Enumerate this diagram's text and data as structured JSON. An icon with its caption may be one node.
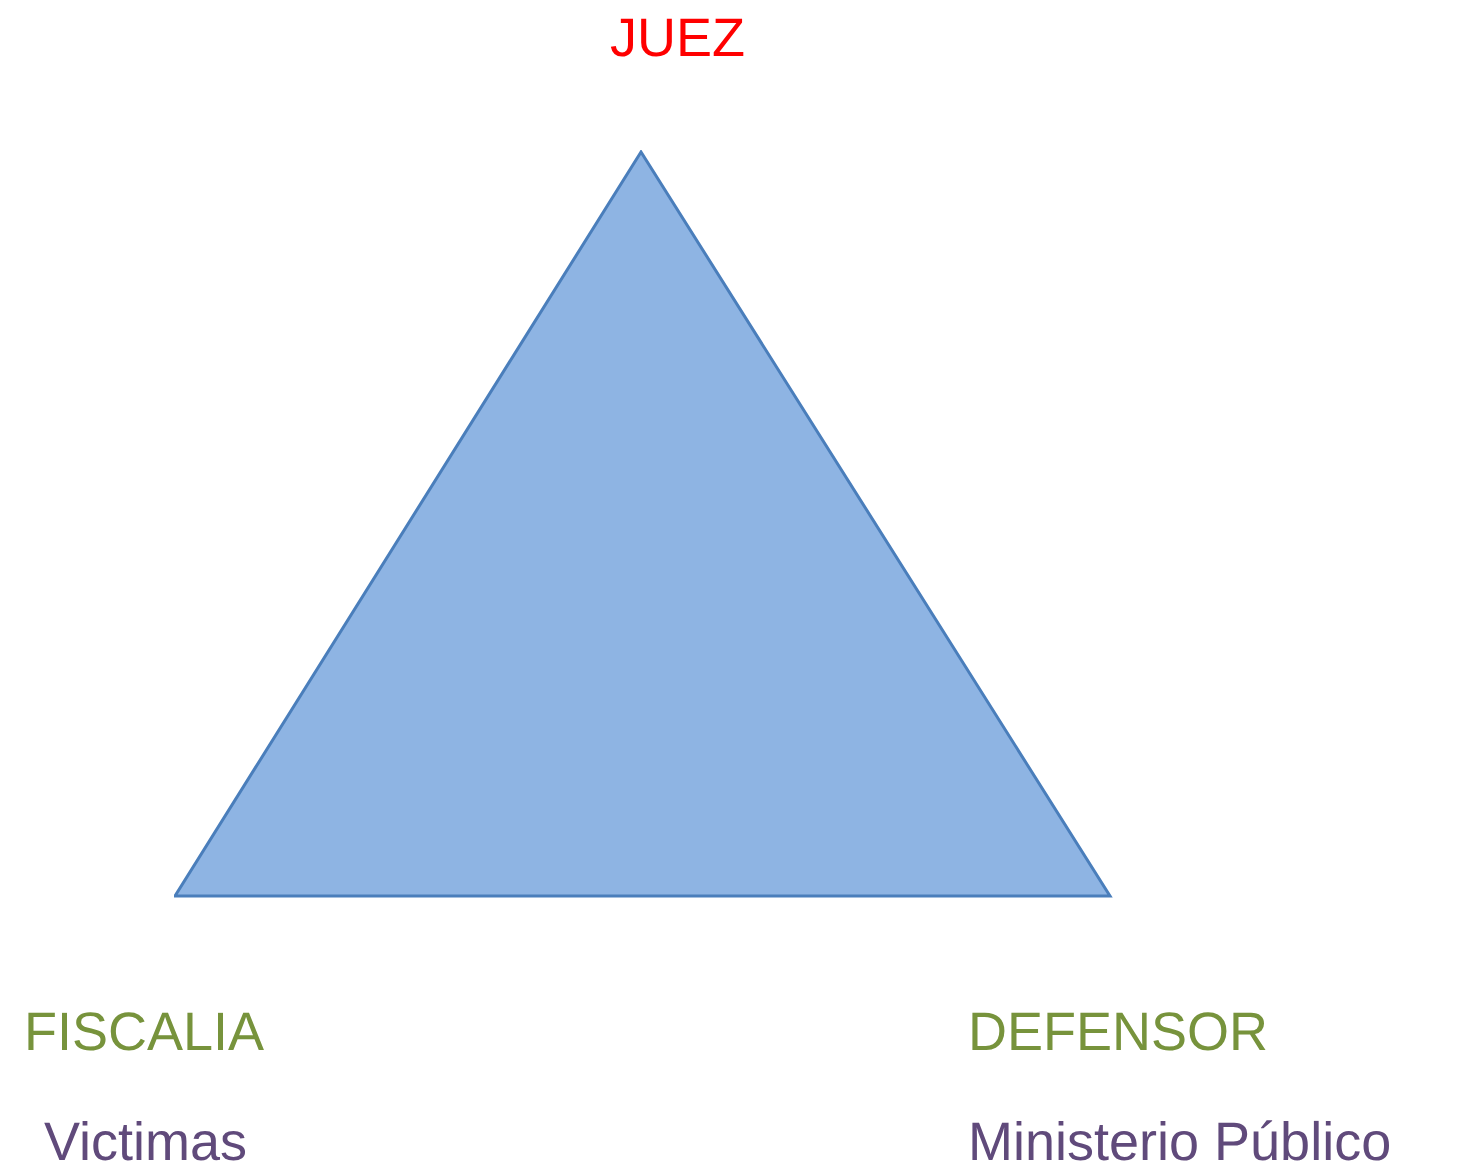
{
  "diagram": {
    "nodes": [
      {
        "text": [],
        "shape": "triangle"
      }
    ],
    "labels": [
      "JUEZ",
      "FISCALIA",
      "Victimas",
      "DEFENSOR",
      "Ministerio Público"
    ]
  }
}
